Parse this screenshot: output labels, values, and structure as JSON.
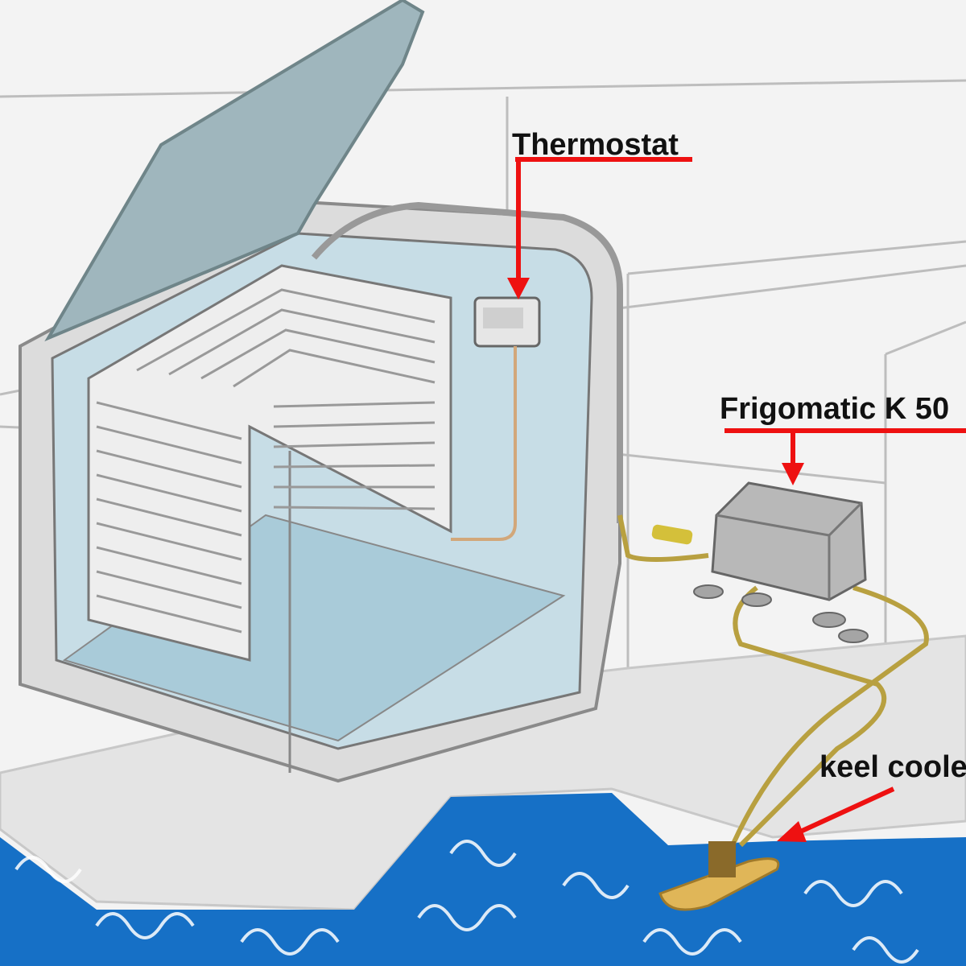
{
  "labels": {
    "thermostat": "Thermostat",
    "compressor": "Frigomatic K 50",
    "keel_cooler": "keel coole"
  },
  "colors": {
    "water": "#1670c6",
    "box_liner": "#c7dde6",
    "lid": "#9fb6bd",
    "frame": "#d9d9d9",
    "pointer": "#ee1111",
    "tubing": "#b8a040",
    "keel_plate": "#e0b658"
  }
}
